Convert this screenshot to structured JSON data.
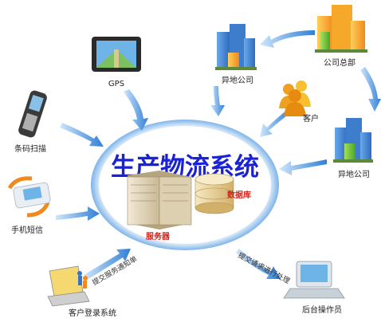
{
  "title": "生产物流系统",
  "nodes": {
    "gps": "GPS",
    "branch_company_top": "异地公司",
    "headquarters": "公司总部",
    "customer": "客户",
    "branch_company_right": "异地公司",
    "barcode_scan": "条码扫描",
    "sms": "手机短信",
    "server": "服务器",
    "database": "数据库",
    "client_login_system": "客户登录系统",
    "backend_operator": "后台操作员"
  },
  "edges": {
    "submit_service_notice": "提交服务通知单",
    "submit_request_process": "提交请求进行处理"
  },
  "colors": {
    "title": "#1a22d8",
    "arrow": "#2f8fe0",
    "hub_ring": "#5aa0e8",
    "label_red": "#d0261c"
  }
}
